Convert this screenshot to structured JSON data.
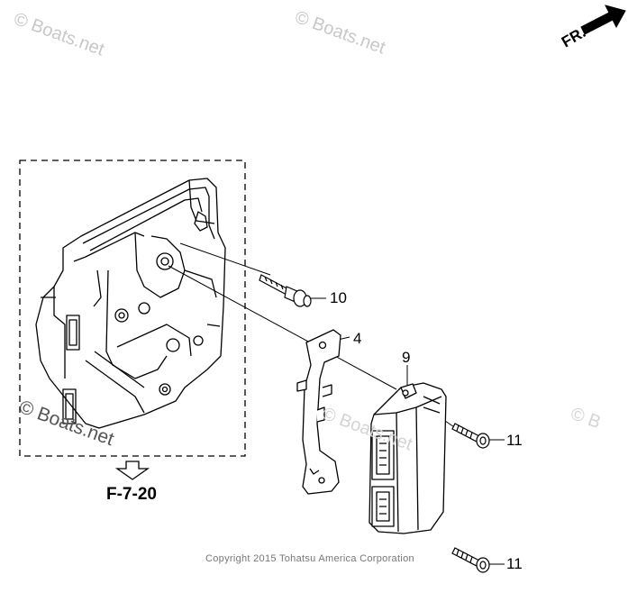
{
  "watermarks": [
    "© Boats.net",
    "© Boats.net",
    "© Boats.net",
    "© B",
    "© Boats.net"
  ],
  "callouts": {
    "bolt_upper": "10",
    "bracket": "4",
    "control_unit": "9",
    "screw_a": "11",
    "screw_b": "11"
  },
  "reference": "F-7-20",
  "direction_label": "FR.",
  "copyright": "Copyright 2015 Tohatsu America Corporation",
  "colors": {
    "line": "#000000",
    "watermark": "#c8c8c8",
    "copyright": "#777777"
  }
}
